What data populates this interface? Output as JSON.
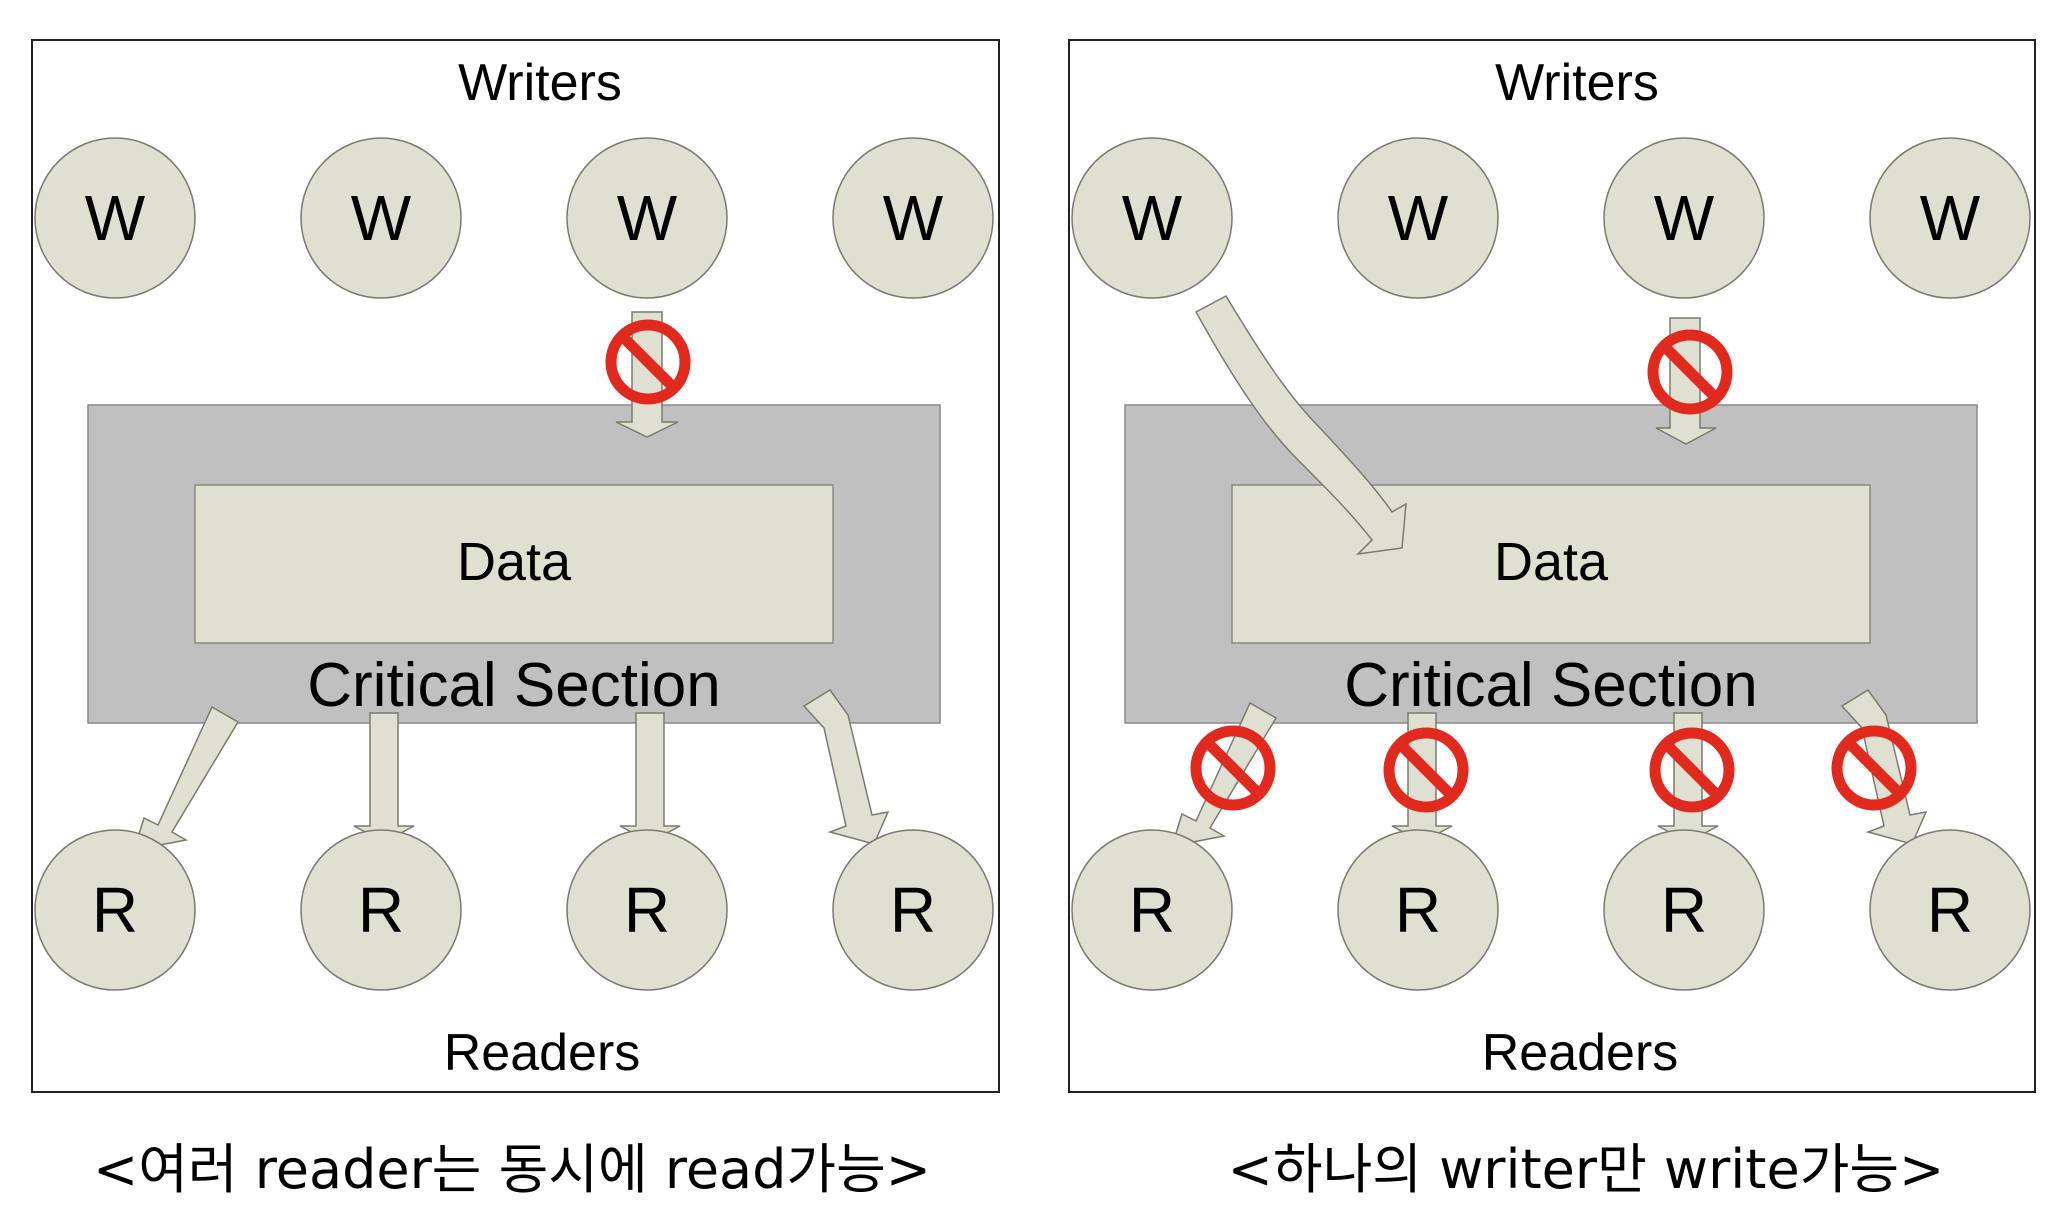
{
  "panels": [
    {
      "writers_label": "Writers",
      "readers_label": "Readers",
      "writer_node": "W",
      "reader_node": "R",
      "data_label": "Data",
      "section_label": "Critical Section",
      "caption": "<여러 reader는 동시에 read가능>"
    },
    {
      "writers_label": "Writers",
      "readers_label": "Readers",
      "writer_node": "W",
      "reader_node": "R",
      "data_label": "Data",
      "section_label": "Critical Section",
      "caption": "<하나의 writer만 write가능>"
    }
  ],
  "icons": {
    "blocked": "prohibited-icon"
  },
  "colors": {
    "node_fill": "#dfe0d2",
    "node_stroke": "#7a7a70",
    "section_fill": "#c0c0c0",
    "data_fill": "#dfe0d2",
    "arrow_fill": "#dfe0d2",
    "prohibit_red": "#e02a1e",
    "frame_stroke": "#222222"
  }
}
